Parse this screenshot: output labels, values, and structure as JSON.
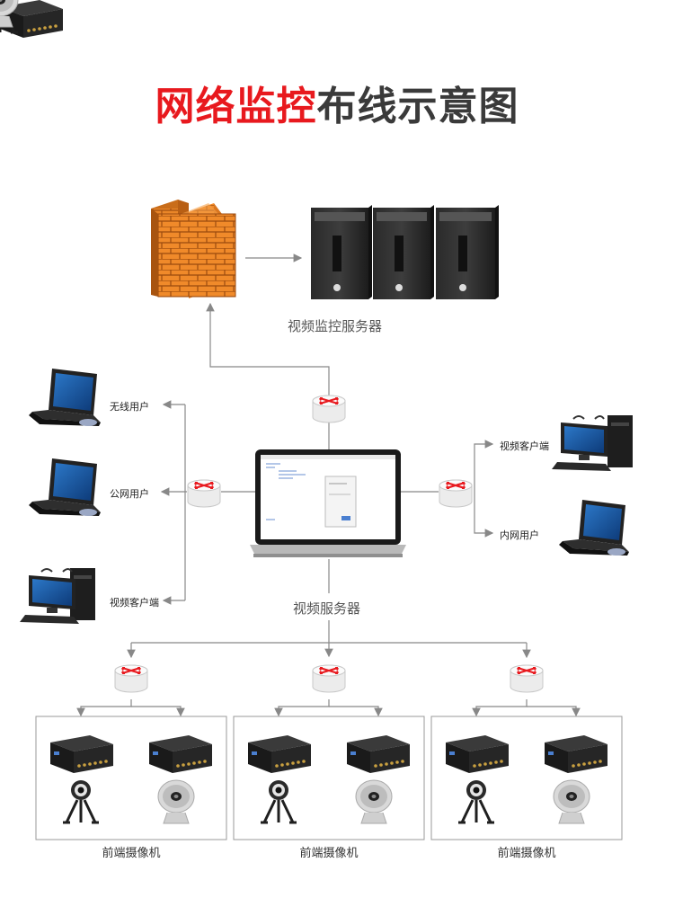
{
  "title": {
    "highlight": "网络监控",
    "rest": "布线示意图"
  },
  "labels": {
    "surveillance_server": "视频监控服务器",
    "video_server": "视频服务器",
    "wireless_user": "无线用户",
    "public_user": "公网用户",
    "video_client_left": "视频客户端",
    "video_client_right": "视频客户端",
    "intranet_user": "内网用户",
    "camera_group_1": "前端摄像机",
    "camera_group_2": "前端摄像机",
    "camera_group_3": "前端摄像机"
  },
  "colors": {
    "accent": "#e8191e",
    "title_dark": "#3a3a3a",
    "line": "#888888",
    "brick": "#f08a2a"
  }
}
